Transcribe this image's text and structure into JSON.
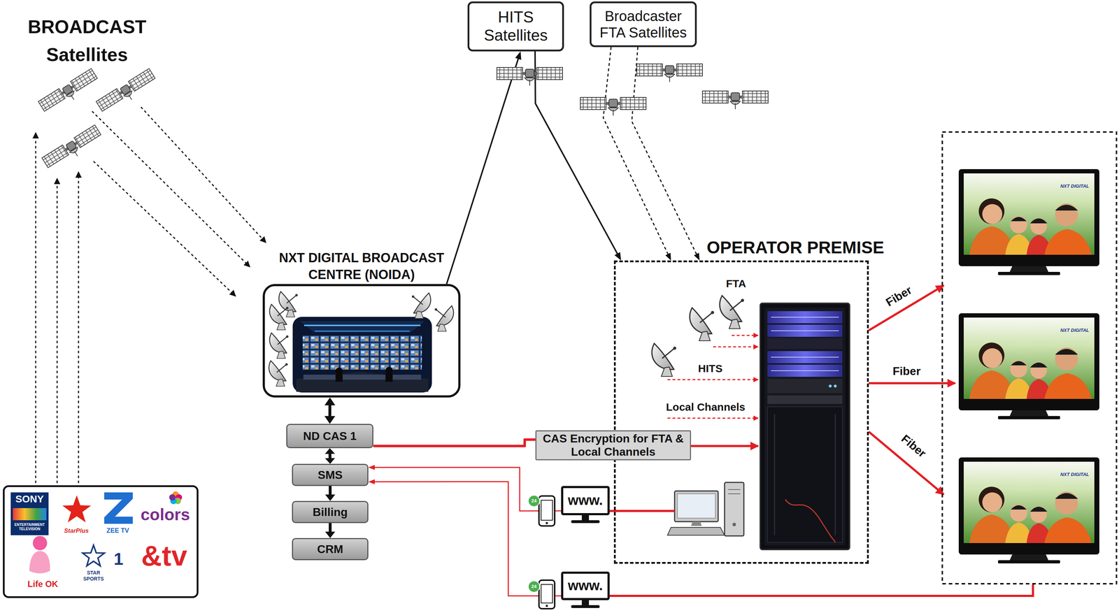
{
  "diagram": {
    "nodes": [
      {
        "text": [
          "HITS Satellites"
        ]
      },
      {
        "text": [
          "Broadcaster FTA Satellites"
        ]
      },
      {
        "text": [
          "NXT DIGITAL BROADCAST CENTRE (NOIDA)"
        ]
      },
      {
        "text": [
          "OPERATOR PREMISE"
        ]
      },
      {
        "text": [
          "ND CAS 1"
        ]
      },
      {
        "text": [
          "CAS Encryption for FTA & Local Channels"
        ]
      },
      {
        "text": [
          "SMS"
        ]
      },
      {
        "text": [
          "www."
        ]
      },
      {
        "text": [
          "Billing"
        ]
      },
      {
        "text": [
          "www."
        ]
      },
      {
        "text": [
          "CRM"
        ]
      },
      {
        "text": [
          "SONY",
          "ENTERTAINMENT TELEVISION",
          "StarPlus",
          "ZEE TV",
          "colors",
          "Life OK",
          "1",
          "STAR SPORTS",
          "&tv"
        ]
      }
    ],
    "edges": [
      {
        "from": 2,
        "to": 0,
        "arrow": "to"
      },
      {
        "from": 0,
        "to": 3,
        "arrow": "to"
      },
      {
        "from": 1,
        "to": 3,
        "arrow": "to"
      },
      {
        "from": 1,
        "to": 3,
        "arrow": "to"
      },
      {
        "from": 2,
        "to": 4,
        "arrow": "both"
      },
      {
        "from": 4,
        "to": 6,
        "arrow": "both"
      },
      {
        "from": 6,
        "to": 8,
        "arrow": "to"
      },
      {
        "from": 8,
        "to": 10,
        "arrow": "to"
      },
      {
        "from": 4,
        "to": 5,
        "arrow": "none"
      },
      {
        "from": 7,
        "to": 6,
        "arrow": "to"
      },
      {
        "from": 9,
        "to": 6,
        "arrow": "to"
      }
    ],
    "labels": [
      "BROADCAST Satellites",
      "FTA",
      "HITS",
      "Local Channels",
      "Fiber",
      "Fiber",
      "Fiber",
      "NXT DIGITAL",
      "NXT DIGITAL",
      "NXT DIGITAL",
      "24",
      "24"
    ]
  }
}
